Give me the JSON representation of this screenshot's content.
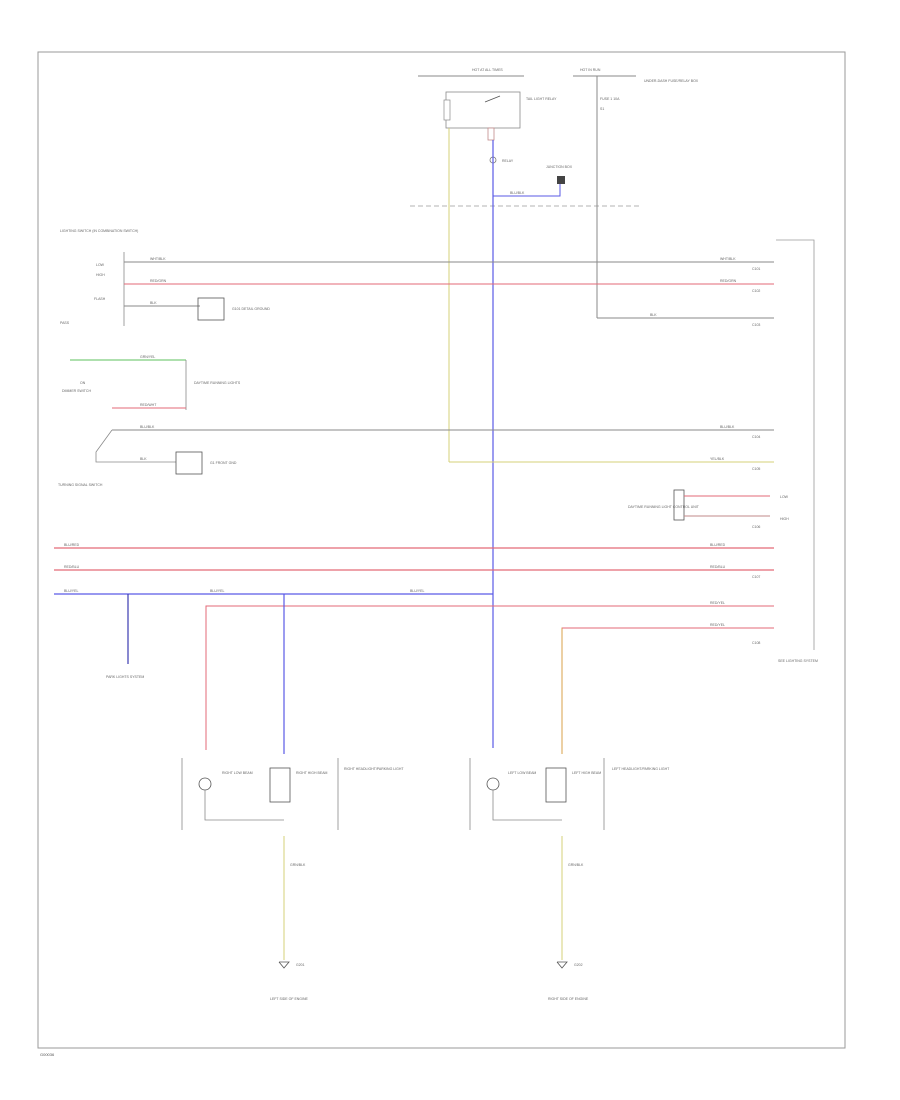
{
  "footer": {
    "code": "G00036"
  },
  "colors": {
    "frame": "#9a9a9a",
    "gray_wire": "#8a8a8a",
    "red_wire": "#e36a77",
    "blue_wire": "#5a5ae6",
    "yellow_wire": "#d6d07a",
    "green_wire": "#5cc05c",
    "orange_wire": "#d9a04a",
    "gray_red_wire": "#c08a8a",
    "dark_blue_wire": "#3b3bb0"
  },
  "top": {
    "fuse_left_label": "HOT AT ALL TIMES",
    "fuse_right_label": "HOT IN RUN",
    "relay_label": "TAIL LIGHT RELAY",
    "fuse_block_label": "UNDER-DASH FUSE/RELAY BOX",
    "relay_fuse_label": "FUSE 1 10A",
    "relay_ref_label": "RELAY",
    "junction_label": "JUNCTION BOX",
    "splice_label": "S1"
  },
  "left": {
    "headlight_switch_label": "LIGHTING SWITCH (IN COMBINATION SWITCH)",
    "low_label": "LOW",
    "high_label": "HIGH",
    "flash_label": "FLASH",
    "pass_label": "PASS",
    "ground_label_1": "G101 DETAIL GROUND",
    "dimmer_label": "DIMMER SWITCH",
    "dimmer_pos_label": "ON",
    "dimmer_relay_label": "DAYTIME RUNNING LIGHTS",
    "ground_label_2": "G1 FRONT GND",
    "turn_switch_label": "TURNING SIGNAL SWITCH"
  },
  "wires": {
    "w1": "WHT/BLK",
    "w2": "RED/GRN",
    "w3": "BLK",
    "w4": "GRN/YEL",
    "w5": "RED/WHT",
    "w6": "BLU/BLK",
    "w7": "YEL/BLK",
    "w8": "BLU/RED",
    "w9": "RED/BLU",
    "w10": "RED/YEL",
    "w11": "BLU/YEL",
    "w12": "GRN/BLK"
  },
  "right": {
    "conn_labels": [
      "C101",
      "C102",
      "C103",
      "C104",
      "C105",
      "C106",
      "C107",
      "C108"
    ],
    "daytime_label": "DAYTIME RUNNING LIGHT CONTROL UNIT",
    "low_label": "LOW",
    "high_label": "HIGH",
    "main_label": "SEE LIGHTING SYSTEM"
  },
  "bottom": {
    "left_assembly_label": "RIGHT HEADLIGHT/PARKING LIGHT",
    "right_assembly_label": "LEFT HEADLIGHT/PARKING LIGHT",
    "left_bulb_label": "RIGHT LOW BEAM",
    "left_bulb2_label": "RIGHT HIGH BEAM",
    "right_bulb_label": "LEFT LOW BEAM",
    "right_bulb2_label": "LEFT HIGH BEAM",
    "left_ground_label": "G201",
    "right_ground_label": "G202",
    "left_ground_sub": "LEFT SIDE OF ENGINE",
    "right_ground_sub": "RIGHT SIDE OF ENGINE",
    "sub_ground_label": "PARK LIGHTS SYSTEM"
  }
}
